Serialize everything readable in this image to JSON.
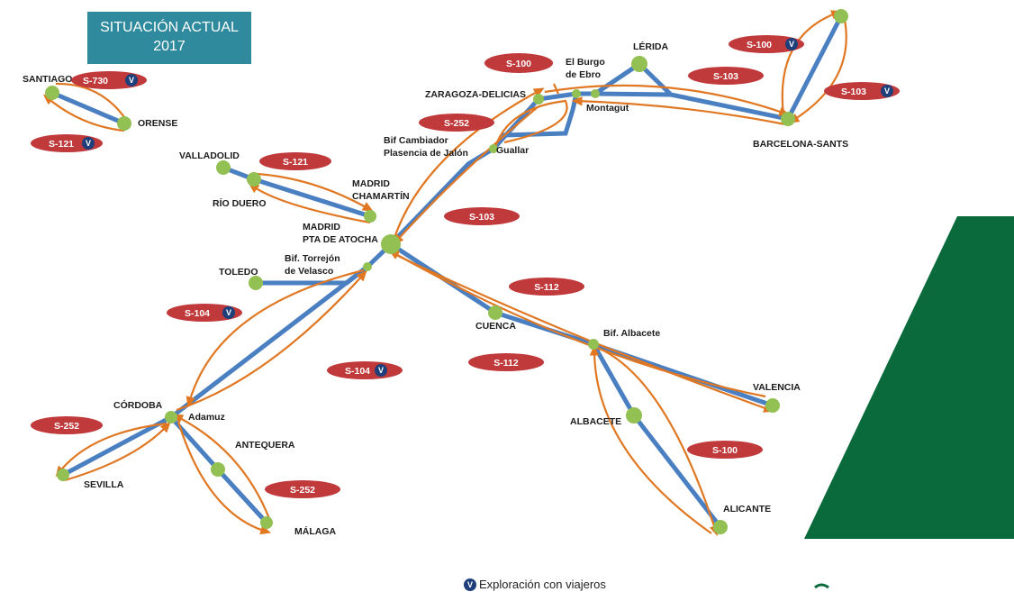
{
  "title": {
    "line1": "SITUACIÓN ACTUAL",
    "line2": "2017"
  },
  "legend": {
    "badge": "V",
    "text": "Exploración con viajeros"
  },
  "stations": {
    "santiago": "SANTIAGO",
    "orense": "ORENSE",
    "valladolid": "VALLADOLID",
    "rio_duero": "RÍO DUERO",
    "madrid_chamartin_1": "MADRID",
    "madrid_chamartin_2": "CHAMARTÍN",
    "madrid_atocha_1": "MADRID",
    "madrid_atocha_2": "PTA DE ATOCHA",
    "toledo": "TOLEDO",
    "bif_torrejon_1": "Bif. Torrejón",
    "bif_torrejon_2": "de Velasco",
    "zaragoza": "ZARAGOZA-DELICIAS",
    "burgo_1": "El Burgo",
    "burgo_2": "de Ebro",
    "montagut": "Montagut",
    "lerida": "LÉRIDA",
    "barcelona": "BARCELONA-SANTS",
    "bif_cambiador_1": "Bif Cambiador",
    "bif_cambiador_2": "Plasencia de Jalón",
    "guallar": "Guallar",
    "cuenca": "CUENCA",
    "bif_albacete": "Bif. Albacete",
    "valencia": "VALENCIA",
    "albacete": "ALBACETE",
    "alicante": "ALICANTE",
    "cordoba": "CÓRDOBA",
    "adamuz": "Adamuz",
    "antequera": "ANTEQUERA",
    "sevilla": "SEVILLA",
    "malaga": "MÁLAGA"
  },
  "tags": {
    "s730": "S-730",
    "s121_a": "S-121",
    "s121_b": "S-121",
    "s100_burgo": "S-100",
    "s100_bcn": "S-100",
    "s100_alc": "S-100",
    "s103_top": "S-103",
    "s103_bcn": "S-103",
    "s103_mid": "S-103",
    "s252_zgz": "S-252",
    "s252_cor": "S-252",
    "s252_mal": "S-252",
    "s104_a": "S-104",
    "s104_b": "S-104",
    "s112_a": "S-112",
    "s112_b": "S-112",
    "v": "V"
  },
  "colors": {
    "track": "#4a7fc1",
    "service": "#e07722",
    "station": "#92c052",
    "tag": "#c0393b",
    "badge": "#1f3f7a",
    "title_bg": "#2f8a9e",
    "green_block": "#0a6a3c"
  }
}
